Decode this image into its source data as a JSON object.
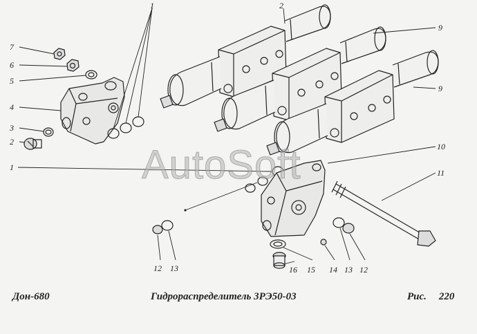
{
  "callouts": {
    "c1a": "1",
    "c1b": "1",
    "c2a": "2",
    "c2b": "2",
    "c3": "3",
    "c4": "4",
    "c5": "5",
    "c6": "6",
    "c7": "7",
    "c9a": "9",
    "c9b": "9",
    "c10": "10",
    "c11": "11",
    "c12a": "12",
    "c13a": "13",
    "c14": "14",
    "c13b": "13",
    "c12b": "12",
    "c15": "15",
    "c16": "16"
  },
  "caption": {
    "left": "Дон-680",
    "center": "Гидрораспределитель 3РЭ50-03",
    "fig_label": "Рис.",
    "fig_number": "220"
  },
  "watermark": "AutoSoft",
  "colors": {
    "ink": "#222222",
    "paper": "#f4f4f2"
  }
}
